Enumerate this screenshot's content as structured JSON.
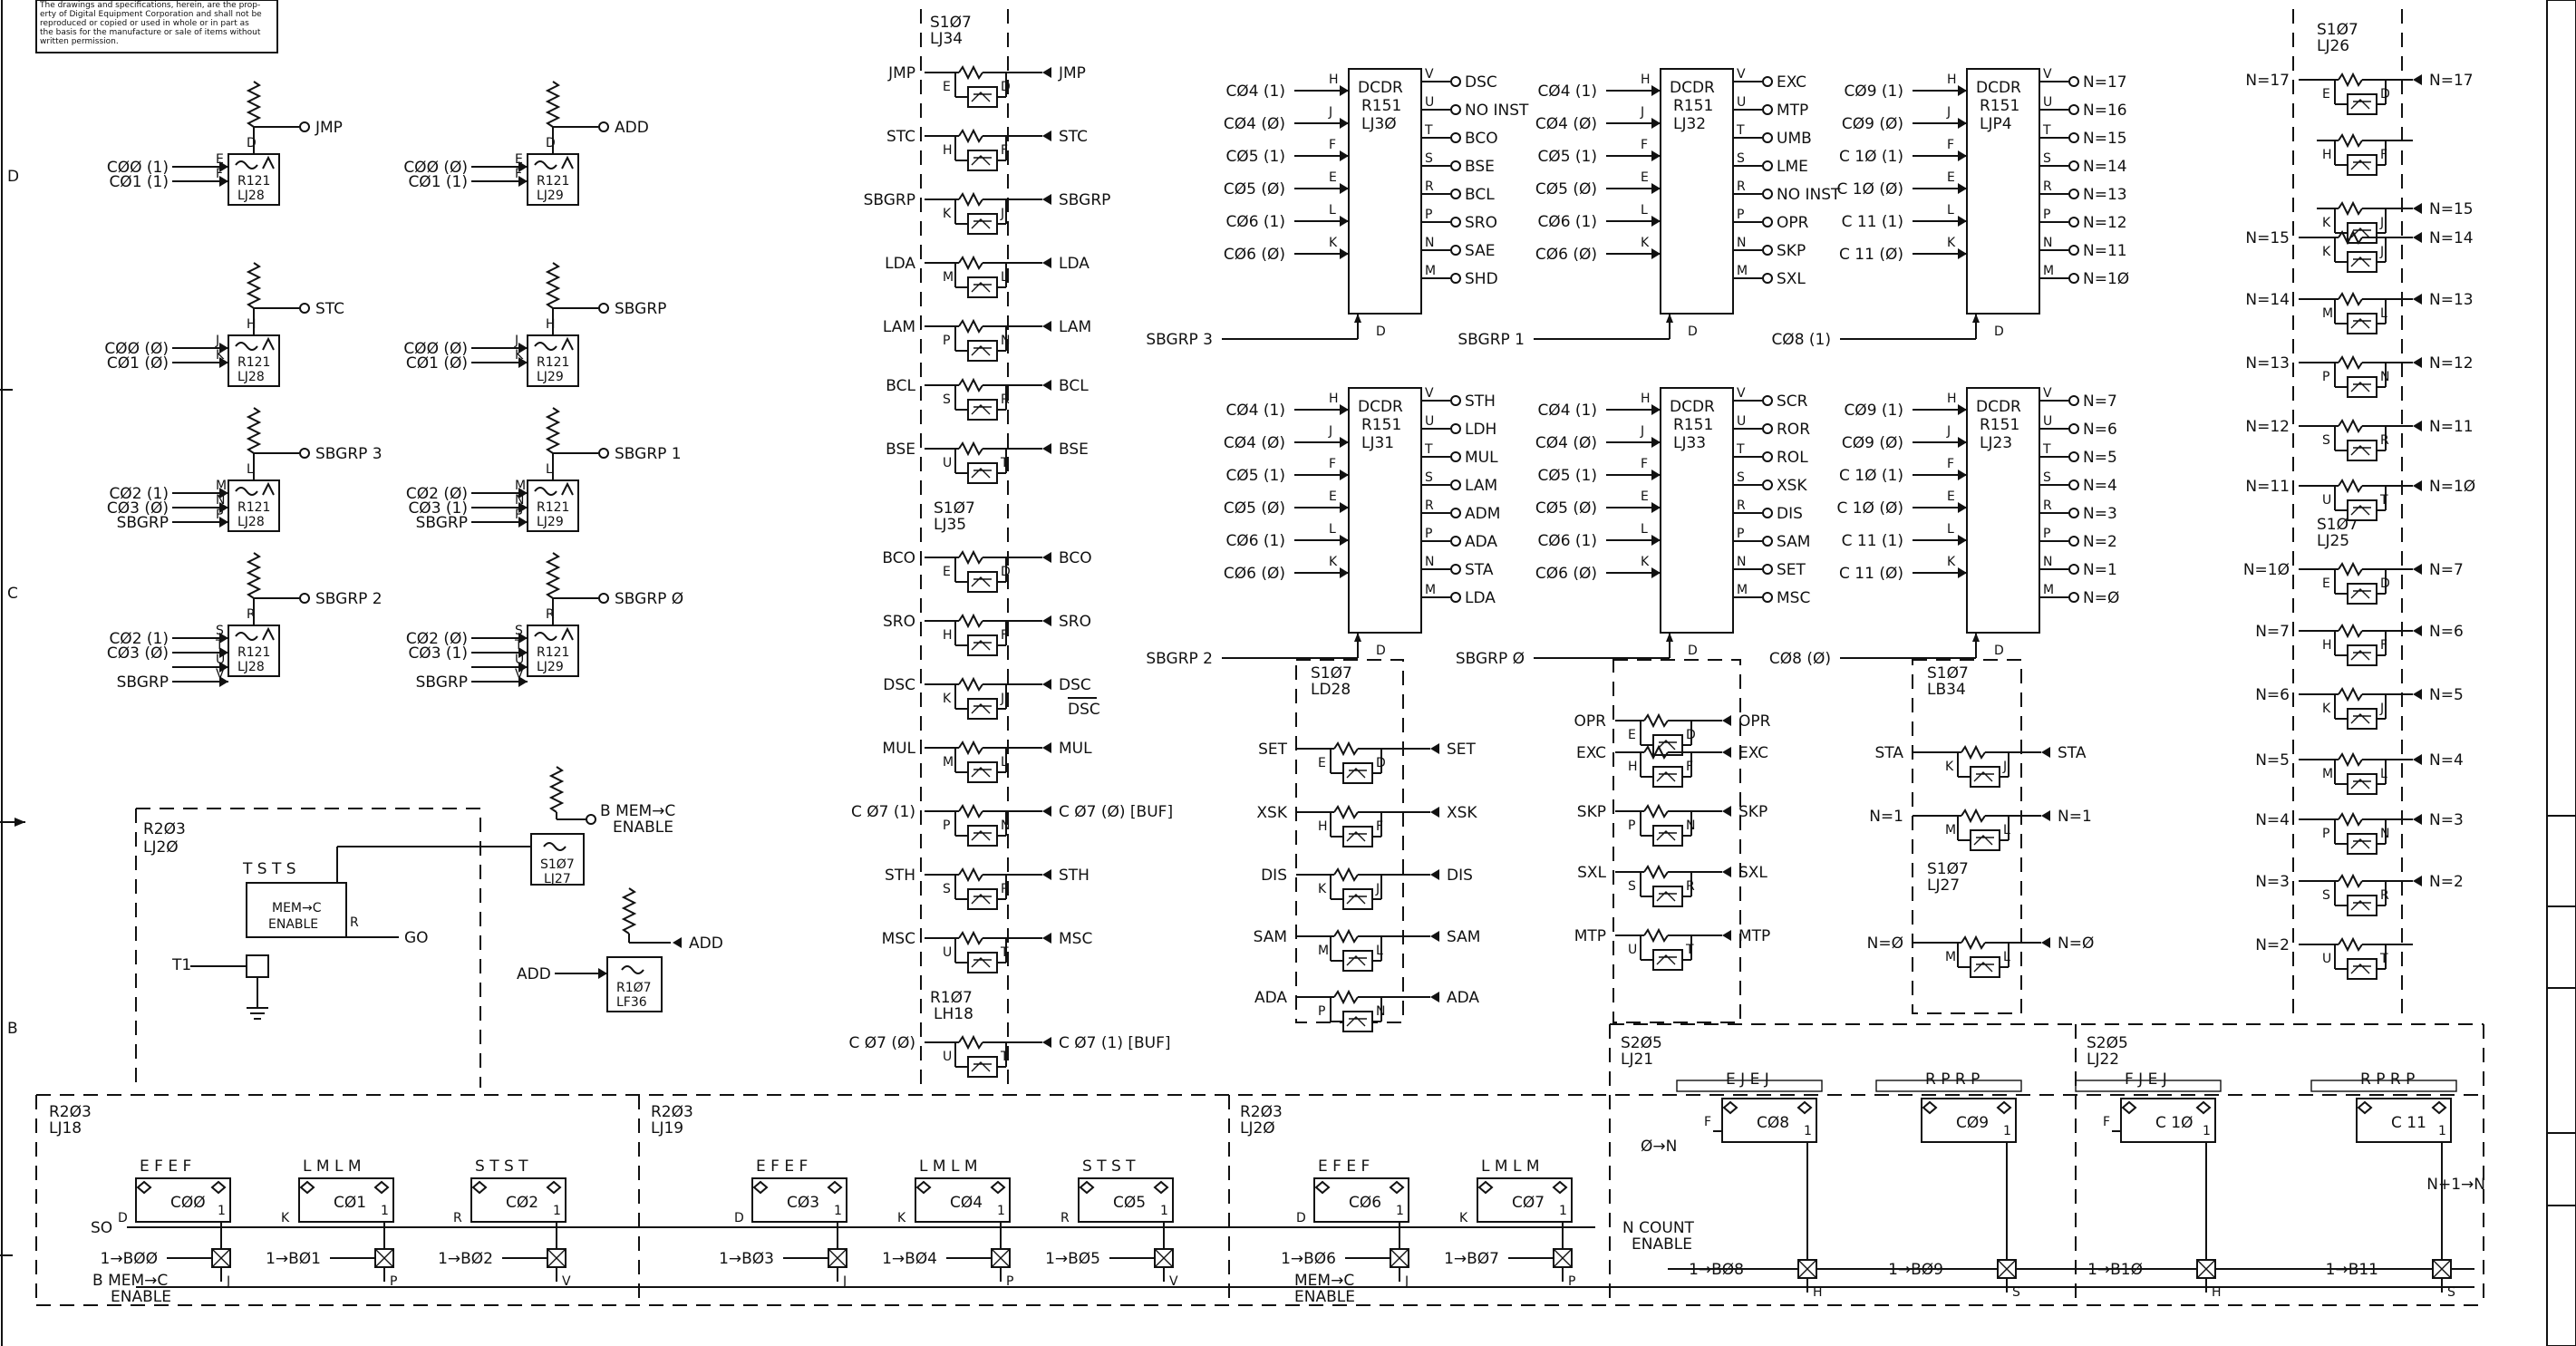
{
  "notice": [
    "The drawings and specifications, herein, are the prop-",
    "erty of Digital Equipment Corporation and shall not be",
    "reproduced or copied or used in whole or in part as",
    "the basis for the manufacture or sale of items without",
    "written permission."
  ],
  "zones": [
    "D",
    "C",
    "B"
  ],
  "col1": {
    "gates": [
      {
        "lbl": "R121 LJ28",
        "ins": [
          [
            "E",
            "CØØ (1)"
          ],
          [
            "F",
            "CØ1 (1)"
          ]
        ],
        "pin": "D",
        "out": "JMP"
      },
      {
        "lbl": "R121 LJ28",
        "ins": [
          [
            "J",
            "CØØ (Ø)"
          ],
          [
            "K",
            "CØ1 (Ø)"
          ]
        ],
        "pin": "H",
        "out": "STC"
      },
      {
        "lbl": "R121 LJ28",
        "ins": [
          [
            "M",
            "CØ2 (1)"
          ],
          [
            "N",
            "CØ3 (Ø)"
          ],
          [
            "P",
            "SBGRP"
          ]
        ],
        "pin": "L",
        "out": "SBGRP 3"
      },
      {
        "lbl": "R121 LJ28",
        "ins": [
          [
            "S",
            "CØ2 (1)"
          ],
          [
            "T",
            "CØ3 (Ø)"
          ],
          [
            "U",
            ""
          ],
          [
            "V",
            "SBGRP"
          ]
        ],
        "pin": "R",
        "out": "SBGRP 2"
      }
    ]
  },
  "col2": {
    "gates": [
      {
        "lbl": "R121 LJ29",
        "ins": [
          [
            "E",
            "CØØ (Ø)"
          ],
          [
            "F",
            "CØ1 (1)"
          ]
        ],
        "pin": "D",
        "out": "ADD"
      },
      {
        "lbl": "R121 LJ29",
        "ins": [
          [
            "J",
            "CØØ (Ø)"
          ],
          [
            "K",
            "CØ1 (Ø)"
          ]
        ],
        "pin": "H",
        "out": "SBGRP"
      },
      {
        "lbl": "R121 LJ29",
        "ins": [
          [
            "M",
            "CØ2 (Ø)"
          ],
          [
            "N",
            "CØ3 (1)"
          ],
          [
            "P",
            "SBGRP"
          ]
        ],
        "pin": "L",
        "out": "SBGRP 1"
      },
      {
        "lbl": "R121 LJ29",
        "ins": [
          [
            "S",
            "CØ2 (Ø)"
          ],
          [
            "T",
            "CØ3 (1)"
          ],
          [
            "U",
            ""
          ],
          [
            "V",
            "SBGRP"
          ]
        ],
        "pin": "R",
        "out": "SBGRP Ø"
      }
    ]
  },
  "enable": {
    "r203": "R2Ø3 LJ2Ø",
    "ff": "MEM→C ENABLE",
    "pins": "T  S  T  S",
    "t1": "T1",
    "go": "GO",
    "s107": "S1Ø7 LJ27",
    "bmem": "B MEM→C ENABLE",
    "r107": "R1Ø7 LF36",
    "addin": "ADD",
    "addout": "ADD"
  },
  "s107a": {
    "title1": "S1Ø7 LJ34",
    "title2": "S1Ø7 LJ35",
    "title3": "R1Ø7 LH18",
    "rows": [
      {
        "in": "JMP",
        "pins": [
          "E",
          "D"
        ],
        "out": "JMP"
      },
      {
        "in": "STC",
        "pins": [
          "H",
          "F"
        ],
        "out": "STC"
      },
      {
        "in": "SBGRP",
        "pins": [
          "K",
          "J"
        ],
        "out": "SBGRP"
      },
      {
        "in": "LDA",
        "pins": [
          "M",
          "L"
        ],
        "out": "LDA"
      },
      {
        "in": "LAM",
        "pins": [
          "P",
          "N"
        ],
        "out": "LAM"
      },
      {
        "in": "BCL",
        "pins": [
          "S",
          "R"
        ],
        "out": "BCL"
      },
      {
        "in": "BSE",
        "pins": [
          "U",
          "T"
        ],
        "out": "BSE"
      },
      {
        "in": "BCO",
        "pins": [
          "E",
          "D"
        ],
        "out": "BCO"
      },
      {
        "in": "SRO",
        "pins": [
          "H",
          "F"
        ],
        "out": "SRO"
      },
      {
        "in": "DSC",
        "pins": [
          "K",
          "J"
        ],
        "out": "DSC"
      },
      {
        "in": "MUL",
        "pins": [
          "M",
          "L"
        ],
        "out": "MUL"
      },
      {
        "in": "C Ø7 (1)",
        "pins": [
          "P",
          "N"
        ],
        "out": "C Ø7 (Ø) [BUF]"
      },
      {
        "in": "STH",
        "pins": [
          "S",
          "R"
        ],
        "out": "STH"
      },
      {
        "in": "MSC",
        "pins": [
          "U",
          "T"
        ],
        "out": "MSC"
      },
      {
        "in": "C Ø7 (Ø)",
        "pins": [
          "U",
          "T"
        ],
        "out": "C Ø7 (1) [BUF]"
      }
    ],
    "dsc_bar": "DSC"
  },
  "decoders": [
    {
      "id": "dec1",
      "name": "DCDR R151 LJ3Ø",
      "ins": [
        [
          "H",
          "CØ4 (1)"
        ],
        [
          "J",
          "CØ4 (Ø)"
        ],
        [
          "F",
          "CØ5 (1)"
        ],
        [
          "E",
          "CØ5 (Ø)"
        ],
        [
          "L",
          "CØ6 (1)"
        ],
        [
          "K",
          "CØ6 (Ø)"
        ]
      ],
      "outs": [
        [
          "V",
          "DSC"
        ],
        [
          "U",
          "NO INST"
        ],
        [
          "T",
          "BCO"
        ],
        [
          "S",
          "BSE"
        ],
        [
          "R",
          "BCL"
        ],
        [
          "P",
          "SRO"
        ],
        [
          "N",
          "SAE"
        ],
        [
          "M",
          "SHD"
        ]
      ],
      "sel": "SBGRP 3",
      "d": "D"
    },
    {
      "id": "dec2",
      "name": "DCDR R151 LJ31",
      "ins": [
        [
          "H",
          "CØ4 (1)"
        ],
        [
          "J",
          "CØ4 (Ø)"
        ],
        [
          "F",
          "CØ5 (1)"
        ],
        [
          "E",
          "CØ5 (Ø)"
        ],
        [
          "L",
          "CØ6 (1)"
        ],
        [
          "K",
          "CØ6 (Ø)"
        ]
      ],
      "outs": [
        [
          "V",
          "STH"
        ],
        [
          "U",
          "LDH"
        ],
        [
          "T",
          "MUL"
        ],
        [
          "S",
          "LAM"
        ],
        [
          "R",
          "ADM"
        ],
        [
          "P",
          "ADA"
        ],
        [
          "N",
          "STA"
        ],
        [
          "M",
          "LDA"
        ]
      ],
      "sel": "SBGRP 2",
      "d": "D"
    },
    {
      "id": "dec3",
      "name": "DCDR R151 LJ32",
      "ins": [
        [
          "H",
          "CØ4 (1)"
        ],
        [
          "J",
          "CØ4 (Ø)"
        ],
        [
          "F",
          "CØ5 (1)"
        ],
        [
          "E",
          "CØ5 (Ø)"
        ],
        [
          "L",
          "CØ6 (1)"
        ],
        [
          "K",
          "CØ6 (Ø)"
        ]
      ],
      "outs": [
        [
          "V",
          "EXC"
        ],
        [
          "U",
          "MTP"
        ],
        [
          "T",
          "UMB"
        ],
        [
          "S",
          "LME"
        ],
        [
          "R",
          "NO INST"
        ],
        [
          "P",
          "OPR"
        ],
        [
          "N",
          "SKP"
        ],
        [
          "M",
          "SXL"
        ]
      ],
      "sel": "SBGRP 1",
      "d": "D"
    },
    {
      "id": "dec4",
      "name": "DCDR R151 LJ33",
      "ins": [
        [
          "H",
          "CØ4 (1)"
        ],
        [
          "J",
          "CØ4 (Ø)"
        ],
        [
          "F",
          "CØ5 (1)"
        ],
        [
          "E",
          "CØ5 (Ø)"
        ],
        [
          "L",
          "CØ6 (1)"
        ],
        [
          "K",
          "CØ6 (Ø)"
        ]
      ],
      "outs": [
        [
          "V",
          "SCR"
        ],
        [
          "U",
          "ROR"
        ],
        [
          "T",
          "ROL"
        ],
        [
          "S",
          "XSK"
        ],
        [
          "R",
          "DIS"
        ],
        [
          "P",
          "SAM"
        ],
        [
          "N",
          "SET"
        ],
        [
          "M",
          "MSC"
        ]
      ],
      "sel": "SBGRP Ø",
      "d": "D"
    },
    {
      "id": "dec5",
      "name": "DCDR R151 LJP4",
      "ins": [
        [
          "H",
          "CØ9 (1)"
        ],
        [
          "J",
          "CØ9 (Ø)"
        ],
        [
          "F",
          "C 1Ø (1)"
        ],
        [
          "E",
          "C 1Ø (Ø)"
        ],
        [
          "L",
          "C 11 (1)"
        ],
        [
          "K",
          "C 11 (Ø)"
        ]
      ],
      "outs": [
        [
          "V",
          "N=17"
        ],
        [
          "U",
          "N=16"
        ],
        [
          "T",
          "N=15"
        ],
        [
          "S",
          "N=14"
        ],
        [
          "R",
          "N=13"
        ],
        [
          "P",
          "N=12"
        ],
        [
          "N",
          "N=11"
        ],
        [
          "M",
          "N=1Ø"
        ]
      ],
      "sel": "CØ8 (1)",
      "d": "D"
    },
    {
      "id": "dec6",
      "name": "DCDR R151 LJ23",
      "ins": [
        [
          "H",
          "CØ9 (1)"
        ],
        [
          "J",
          "CØ9 (Ø)"
        ],
        [
          "F",
          "C 1Ø (1)"
        ],
        [
          "E",
          "C 1Ø (Ø)"
        ],
        [
          "L",
          "C 11 (1)"
        ],
        [
          "K",
          "C 11 (Ø)"
        ]
      ],
      "outs": [
        [
          "V",
          "N=7"
        ],
        [
          "U",
          "N=6"
        ],
        [
          "T",
          "N=5"
        ],
        [
          "S",
          "N=4"
        ],
        [
          "R",
          "N=3"
        ],
        [
          "P",
          "N=2"
        ],
        [
          "N",
          "N=1"
        ],
        [
          "M",
          "N=Ø"
        ]
      ],
      "sel": "CØ8 (Ø)",
      "d": "D"
    }
  ],
  "s107b": {
    "title": "S1Ø7 LD28",
    "rows": [
      {
        "in": "SET",
        "pins": [
          "E",
          "D"
        ],
        "out": "SET"
      },
      {
        "in": "XSK",
        "pins": [
          "H",
          "F"
        ],
        "out": "XSK"
      },
      {
        "in": "DIS",
        "pins": [
          "K",
          "J"
        ],
        "out": "DIS"
      },
      {
        "in": "SAM",
        "pins": [
          "M",
          "L"
        ],
        "out": "SAM"
      },
      {
        "in": "ADA",
        "pins": [
          "P",
          "N"
        ],
        "out": "ADA"
      }
    ]
  },
  "s107c": {
    "rows": [
      {
        "in": "OPR",
        "pins": [
          "E",
          "D"
        ],
        "out": "OPR"
      },
      {
        "in": "EXC",
        "pins": [
          "H",
          "F"
        ],
        "out": "EXC"
      },
      {
        "in": "SKP",
        "pins": [
          "P",
          "N"
        ],
        "out": "SKP"
      },
      {
        "in": "SXL",
        "pins": [
          "S",
          "R"
        ],
        "out": "SXL"
      },
      {
        "in": "MTP",
        "pins": [
          "U",
          "T"
        ],
        "out": "MTP"
      }
    ]
  },
  "s107d": {
    "title": "S1Ø7 LB34",
    "title2": "S1Ø7 LJ27",
    "rows": [
      {
        "in": "STA",
        "pins": [
          "K",
          "J"
        ],
        "out": "STA"
      },
      {
        "in": "N=1",
        "pins": [
          "M",
          "L"
        ],
        "out": "N=1"
      },
      {
        "in": "N=Ø",
        "pins": [
          "M",
          "L"
        ],
        "out": "N=Ø"
      }
    ]
  },
  "s107e": {
    "title": "S1Ø7 LJ26",
    "title2": "S1Ø7 LJ25",
    "rows": [
      {
        "in": "N=17",
        "pins": [
          "E",
          "D"
        ],
        "out": "N=17"
      },
      {
        "in": "",
        "pins": [
          "H",
          "F"
        ],
        "out": ""
      },
      {
        "in": "",
        "pins": [
          "K",
          "J"
        ],
        "out": "N=15"
      },
      {
        "in": "N=15",
        "pins": [
          "K",
          "J"
        ],
        "out": "N=14"
      },
      {
        "in": "N=14",
        "pins": [
          "M",
          "L"
        ],
        "out": "N=13"
      },
      {
        "in": "N=13",
        "pins": [
          "P",
          "N"
        ],
        "out": "N=12"
      },
      {
        "in": "N=12",
        "pins": [
          "S",
          "R"
        ],
        "out": "N=11"
      },
      {
        "in": "N=11",
        "pins": [
          "U",
          "T"
        ],
        "out": "N=1Ø"
      },
      {
        "in": "N=1Ø",
        "pins": [
          "E",
          "D"
        ],
        "out": "N=7"
      },
      {
        "in": "N=7",
        "pins": [
          "H",
          "F"
        ],
        "out": "N=6"
      },
      {
        "in": "N=6",
        "pins": [
          "K",
          "J"
        ],
        "out": "N=5"
      },
      {
        "in": "N=5",
        "pins": [
          "M",
          "L"
        ],
        "out": "N=4"
      },
      {
        "in": "N=4",
        "pins": [
          "P",
          "N"
        ],
        "out": "N=3"
      },
      {
        "in": "N=3",
        "pins": [
          "S",
          "R"
        ],
        "out": "N=2"
      },
      {
        "in": "N=2",
        "pins": [
          "U",
          "T"
        ],
        "out": ""
      }
    ]
  },
  "registers": [
    {
      "title": "R2Ø3 LJ18",
      "ffs": [
        {
          "n": "CØØ",
          "pins": "E F E F",
          "in": "D",
          "bit": "1→BØØ",
          "g": "J"
        },
        {
          "n": "CØ1",
          "pins": "L M L M",
          "in": "K",
          "bit": "1→BØ1",
          "g": "P"
        },
        {
          "n": "CØ2",
          "pins": "S T S T",
          "in": "R",
          "bit": "1→BØ2",
          "g": "V"
        }
      ]
    },
    {
      "title": "R2Ø3 LJ19",
      "ffs": [
        {
          "n": "CØ3",
          "pins": "E F E F",
          "in": "D",
          "bit": "1→BØ3",
          "g": "J"
        },
        {
          "n": "CØ4",
          "pins": "L M L M",
          "in": "K",
          "bit": "1→BØ4",
          "g": "P"
        },
        {
          "n": "CØ5",
          "pins": "S T S T",
          "in": "R",
          "bit": "1→BØ5",
          "g": "V"
        }
      ]
    },
    {
      "title": "R2Ø3 LJ2Ø",
      "ffs": [
        {
          "n": "CØ6",
          "pins": "E F E F",
          "in": "D",
          "bit": "1→BØ6",
          "g": "J"
        },
        {
          "n": "CØ7",
          "pins": "L M L M",
          "in": "K",
          "bit": "1→BØ7",
          "g": "P"
        }
      ]
    },
    {
      "title": "S2Ø5 LJ21",
      "ffs": [
        {
          "n": "CØ8",
          "pins": "E J E J",
          "in": "F",
          "bit": "1→BØ8",
          "g": "H"
        },
        {
          "n": "CØ9",
          "pins": "R P R P",
          "in": "",
          "bit": "1→BØ9",
          "g": "S"
        }
      ]
    },
    {
      "title": "S2Ø5 LJ22",
      "ffs": [
        {
          "n": "C 1Ø",
          "pins": "F J E J",
          "in": "F",
          "bit": "1→B1Ø",
          "g": "H"
        },
        {
          "n": "C 11",
          "pins": "R P R P",
          "in": "",
          "bit": "1→B11",
          "g": "S"
        }
      ]
    }
  ],
  "bus": {
    "so": "SO",
    "bmem": "B MEM→C ENABLE",
    "mem": "MEM→C ENABLE",
    "ncount": "N COUNT ENABLE",
    "otoN": "Ø→N",
    "ntoN": "N+1→N"
  }
}
